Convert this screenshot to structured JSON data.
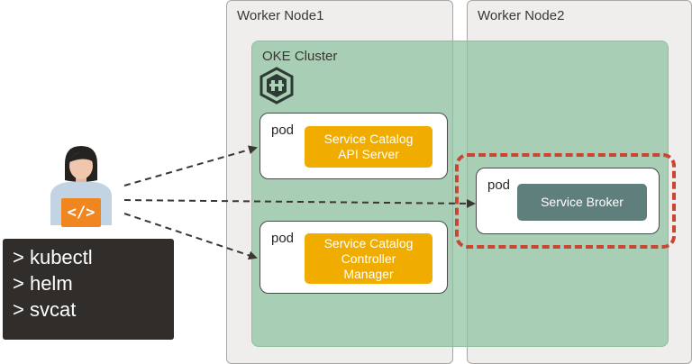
{
  "worker_nodes": [
    {
      "label": "Worker Node1"
    },
    {
      "label": "Worker Node2"
    }
  ],
  "cluster": {
    "label": "OKE Cluster",
    "icon": "oke-cluster-icon"
  },
  "pods": [
    {
      "label": "pod",
      "service": "Service Catalog\nAPI Server"
    },
    {
      "label": "pod",
      "service": "Service Catalog\nController\nManager"
    },
    {
      "label": "pod",
      "service": "Service Broker"
    }
  ],
  "developer": {
    "icon": "developer-icon",
    "code_glyph": "</>"
  },
  "terminal": {
    "commands": [
      "> kubectl",
      "> helm",
      "> svcat"
    ]
  },
  "colors": {
    "service_yellow": "#f0ad00",
    "service_teal": "#5f7f7d",
    "cluster_green": "#8cc4a0",
    "highlight_red": "#c74634",
    "terminal_bg": "#312d2a",
    "code_orange": "#f0861f"
  }
}
